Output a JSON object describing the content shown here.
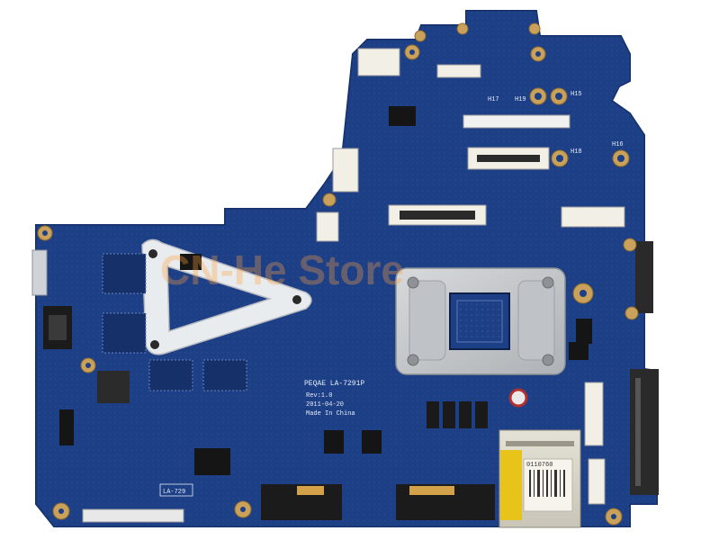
{
  "watermark": "CN-He Store",
  "silkscreen": {
    "model": "PEQAE  LA-7291P",
    "rev": "Rev:1.0",
    "date": "2011-04-20",
    "origin": "Made In China",
    "corner_label": "LA-729"
  },
  "hole_labels": {
    "h17": "H17",
    "h19": "H19",
    "h15": "H15",
    "h18": "H18",
    "h16": "H16"
  },
  "sticker_code": "0110760",
  "colors": {
    "pcb": "#1d3f86",
    "pcb_dark": "#152f68",
    "heatsink_plate": "#c6c9cc",
    "mounting_ring": "#c9a15a",
    "card_reader": "#d9d5c8",
    "sticker": "#e8c31a",
    "connector_black": "#1b1b1b",
    "watermark": "#ffa03c"
  }
}
